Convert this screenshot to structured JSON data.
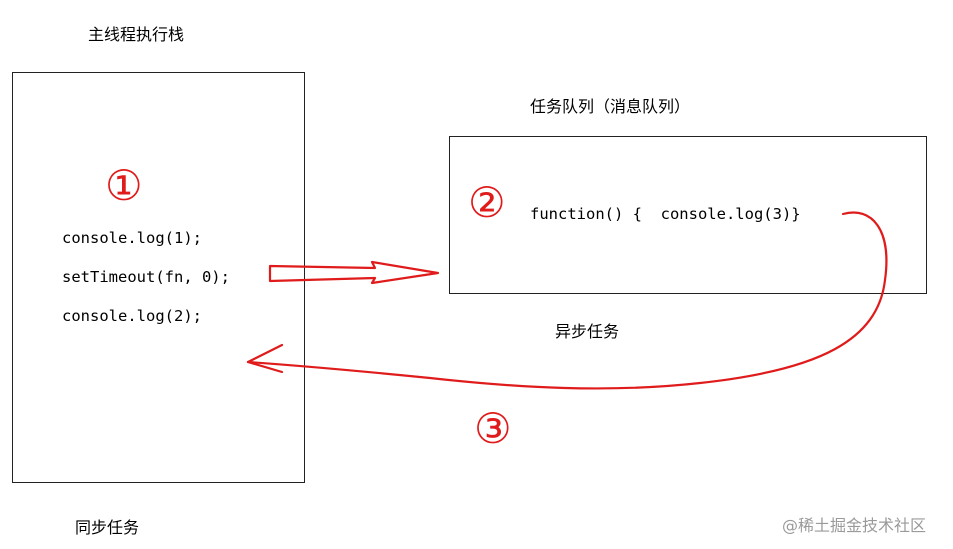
{
  "main_stack": {
    "title": "主线程执行栈",
    "lines": [
      "console.log(1);",
      "setTimeout(fn, 0);",
      "console.log(2);"
    ],
    "footer": "同步任务"
  },
  "task_queue": {
    "title": "任务队列（消息队列）",
    "code": "function() {  console.log(3)}",
    "footer": "异步任务"
  },
  "steps": [
    "①",
    "②",
    "③"
  ],
  "watermark": "@稀土掘金技术社区",
  "colors": {
    "arrow": "#e01b1b",
    "text": "#000000",
    "box_border": "#222222"
  }
}
